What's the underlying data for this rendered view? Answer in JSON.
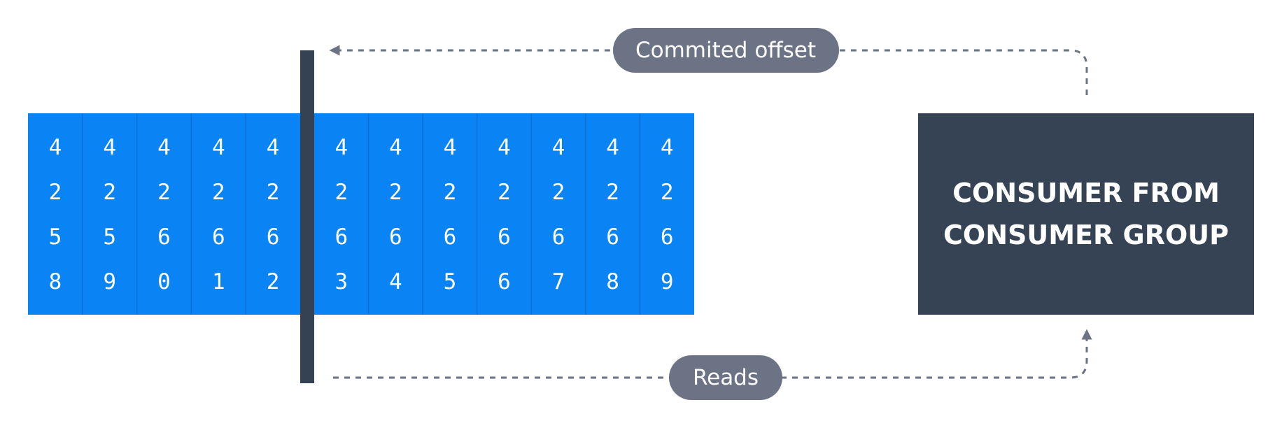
{
  "colors": {
    "log_fill": "#0a84f5",
    "log_divider": "#0a6fd6",
    "offset_marker": "#354254",
    "consumer_fill": "#364354",
    "pill_fill": "#6b7385",
    "arrow": "#6b7385",
    "text": "#ffffff"
  },
  "log": {
    "columns": [
      [
        "4",
        "2",
        "5",
        "8"
      ],
      [
        "4",
        "2",
        "5",
        "9"
      ],
      [
        "4",
        "2",
        "6",
        "0"
      ],
      [
        "4",
        "2",
        "6",
        "1"
      ],
      [
        "4",
        "2",
        "6",
        "2"
      ],
      [
        "4",
        "2",
        "6",
        "3"
      ],
      [
        "4",
        "2",
        "6",
        "4"
      ],
      [
        "4",
        "2",
        "6",
        "5"
      ],
      [
        "4",
        "2",
        "6",
        "6"
      ],
      [
        "4",
        "2",
        "6",
        "7"
      ],
      [
        "4",
        "2",
        "6",
        "8"
      ],
      [
        "4",
        "2",
        "6",
        "9"
      ]
    ],
    "committed_after_index": 4
  },
  "labels": {
    "committed_offset": "Commited offset",
    "reads": "Reads"
  },
  "consumer": {
    "line1": "CONSUMER FROM",
    "line2": "CONSUMER GROUP"
  }
}
